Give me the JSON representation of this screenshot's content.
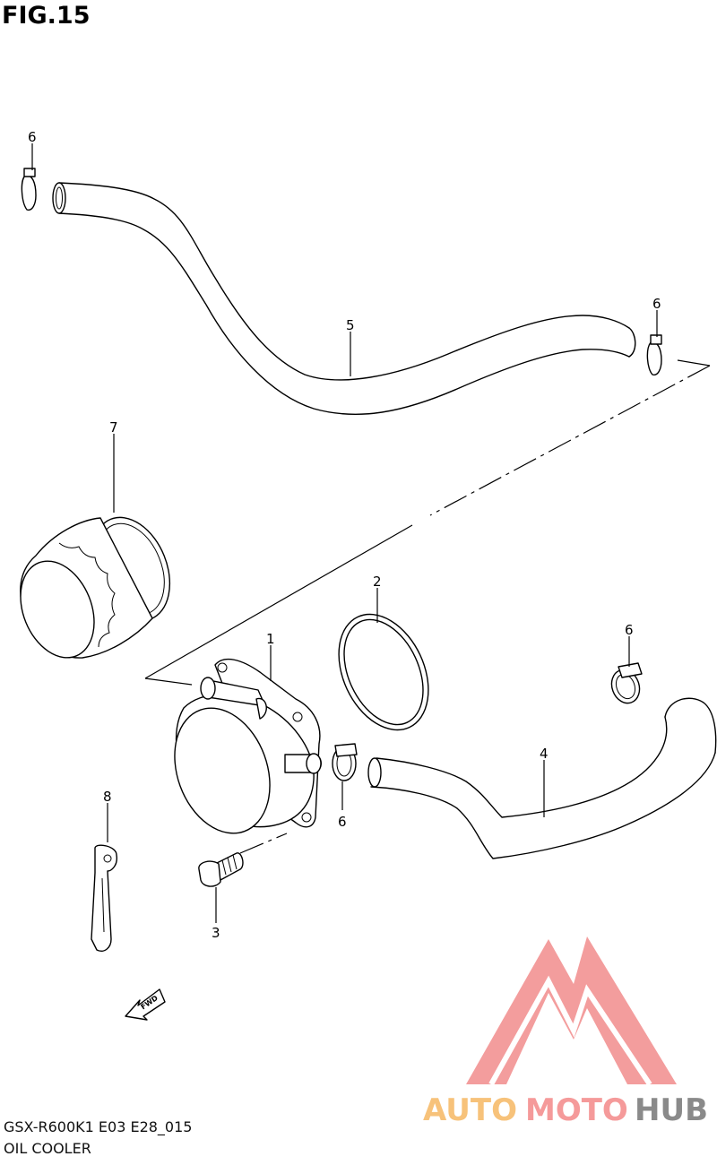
{
  "figure": {
    "title": "FIG.15",
    "model_code": "GSX-R600K1 E03 E28_015",
    "description": "OIL COOLER"
  },
  "callouts": {
    "c1": "1",
    "c2": "2",
    "c3": "3",
    "c4": "4",
    "c5": "5",
    "c6_top_left": "6",
    "c6_top_right": "6",
    "c6_mid_right": "6",
    "c6_lower": "6",
    "c7": "7",
    "c8": "8"
  },
  "fwd_arrow": {
    "label": "FWD"
  },
  "watermark": {
    "word_1": "AUTO",
    "word_2": "MOTO",
    "word_3": "HUB",
    "colors": {
      "auto": "#f7c27a",
      "moto": "#f59a9a",
      "hub": "#8a8a8a",
      "logo": "#f28c8c"
    }
  },
  "colors": {
    "line": "#000000",
    "background": "#ffffff"
  }
}
